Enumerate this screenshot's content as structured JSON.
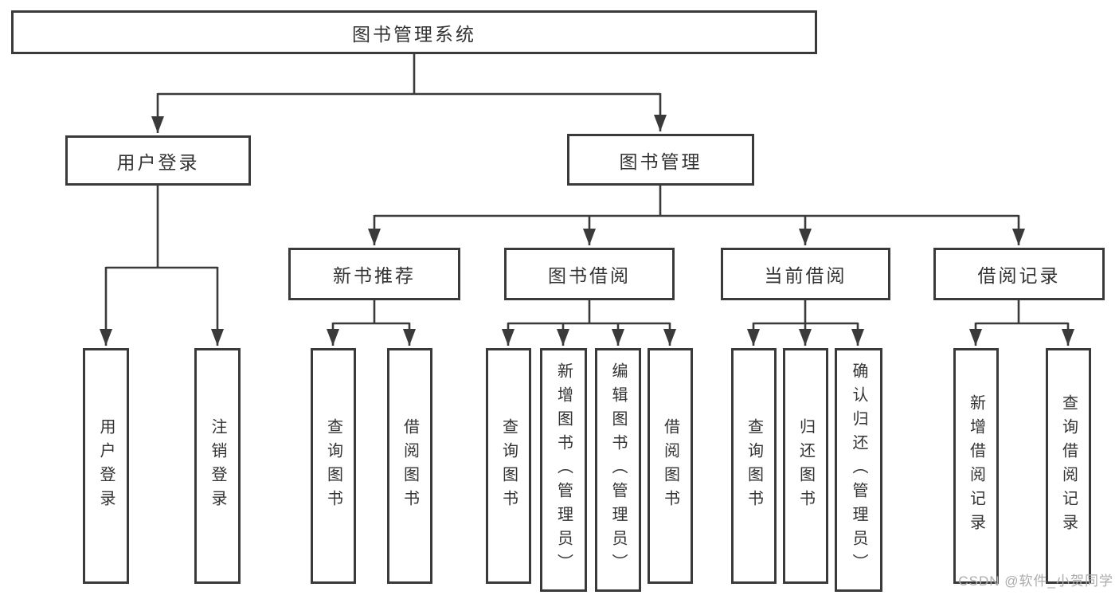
{
  "colors": {
    "line": "#3a3a3a",
    "box-border": "#3a3a3a",
    "text": "#333333",
    "watermark": "#ababab",
    "background": "#ffffff"
  },
  "tree": {
    "root": {
      "label": "图书管理系统"
    },
    "branches": [
      {
        "label": "用户登录",
        "children": [
          {
            "label": "用户登录"
          },
          {
            "label": "注销登录"
          }
        ]
      },
      {
        "label": "图书管理",
        "children": [
          {
            "label": "新书推荐",
            "children": [
              {
                "label": "查询图书"
              },
              {
                "label": "借阅图书"
              }
            ]
          },
          {
            "label": "图书借阅",
            "children": [
              {
                "label": "查询图书"
              },
              {
                "label": "新增图书（管理员）"
              },
              {
                "label": "编辑图书（管理员）"
              },
              {
                "label": "借阅图书"
              }
            ]
          },
          {
            "label": "当前借阅",
            "children": [
              {
                "label": "查询图书"
              },
              {
                "label": "归还图书"
              },
              {
                "label": "确认归还（管理员）"
              }
            ]
          },
          {
            "label": "借阅记录",
            "children": [
              {
                "label": "新增借阅记录"
              },
              {
                "label": "查询借阅记录"
              }
            ]
          }
        ]
      }
    ]
  },
  "watermark": {
    "text": "CSDN @软件_小贺同学"
  }
}
